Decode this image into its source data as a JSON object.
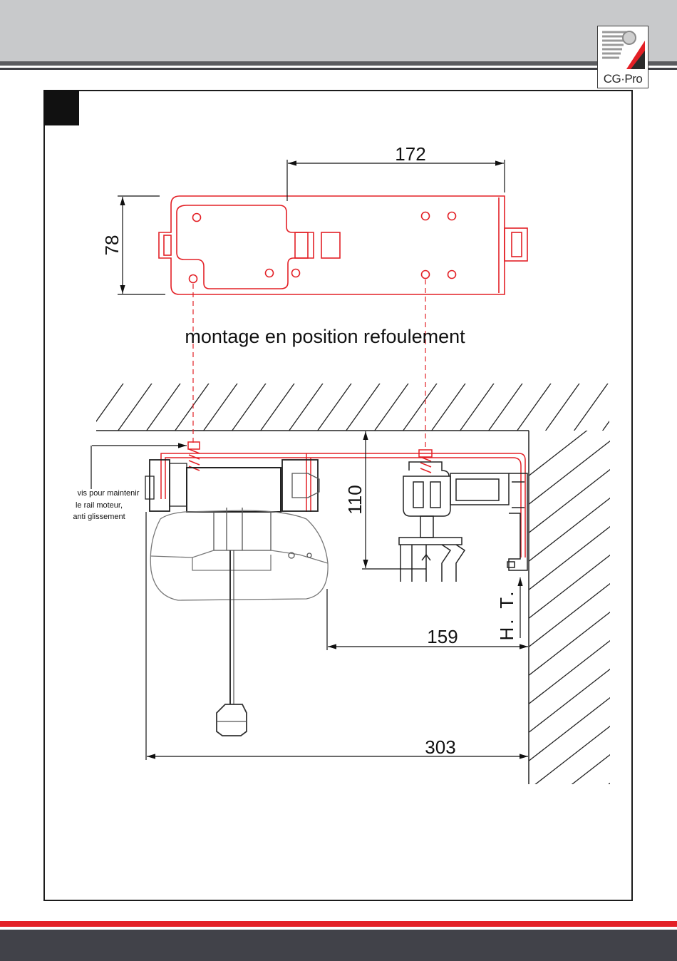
{
  "brand": {
    "logo_text": "CG·Pro"
  },
  "caption": "montage en position refoulement",
  "dimensions": {
    "d172": "172",
    "d78": "78",
    "d110": "110",
    "d159": "159",
    "d303": "303",
    "ht": "H. T."
  },
  "note": [
    "vis pour maintenir",
    "le rail moteur,",
    "anti glissement"
  ],
  "colors": {
    "header": "#c8c9cb",
    "footer_red": "#e32026",
    "footer_dark": "#414249",
    "drawing_red": "#e32026"
  }
}
